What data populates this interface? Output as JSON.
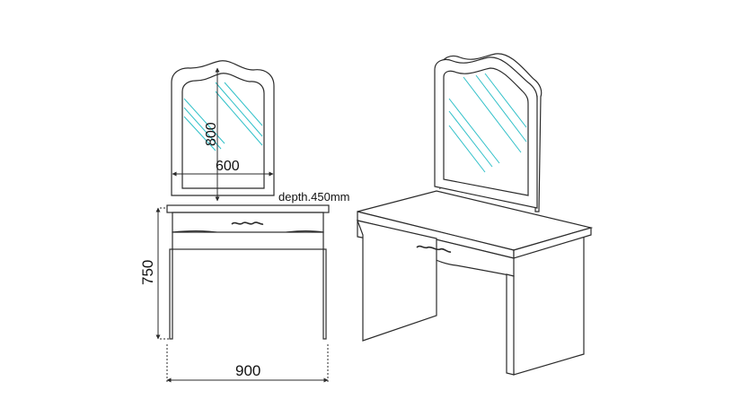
{
  "dimensions": {
    "height_label": "750",
    "width_label": "900",
    "mirror_height_label": "800",
    "mirror_width_label": "600",
    "depth_label": "depth.450mm"
  },
  "colors": {
    "line": "#2b2b2b",
    "glass": "#2fc0c8",
    "fill": "#ffffff"
  }
}
